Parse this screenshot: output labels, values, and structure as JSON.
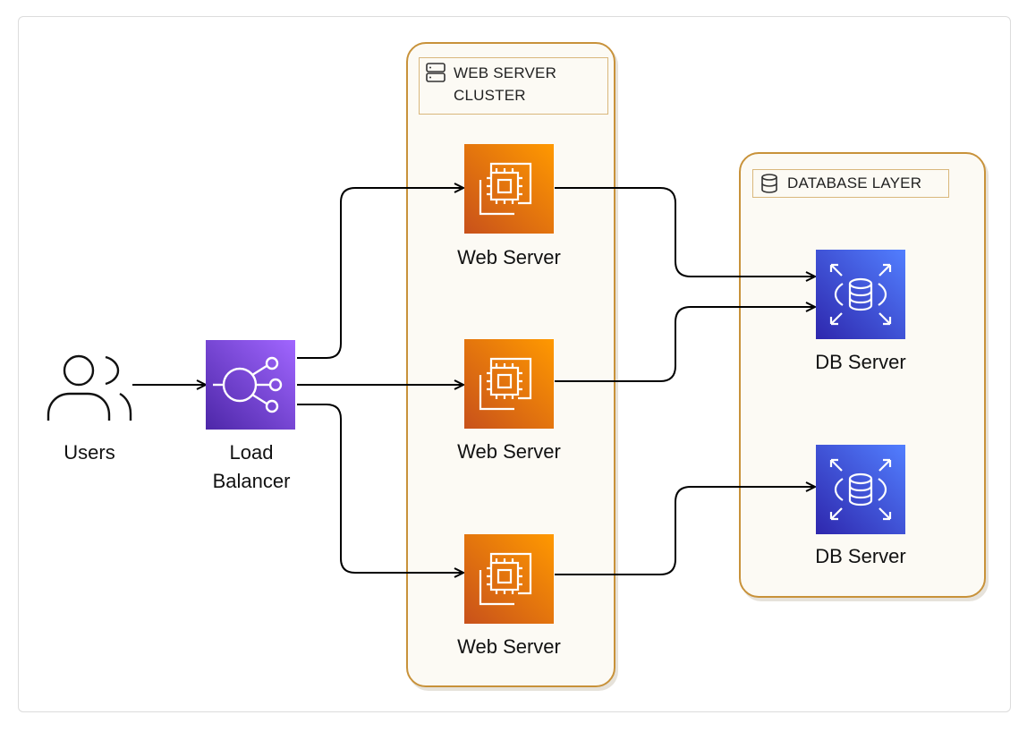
{
  "groups": {
    "web_cluster": {
      "label_line1": "WEB SERVER",
      "label_line2": "CLUSTER"
    },
    "database_layer": {
      "label": "DATABASE LAYER"
    }
  },
  "nodes": {
    "users": {
      "label": "Users",
      "icon": "users-icon"
    },
    "load_balancer": {
      "label_line1": "Load",
      "label_line2": "Balancer",
      "icon": "load-balancer-icon",
      "color": "#8a4ee0"
    },
    "web_servers": [
      {
        "label": "Web Server",
        "icon": "ec2-instance-icon"
      },
      {
        "label": "Web Server",
        "icon": "ec2-instance-icon"
      },
      {
        "label": "Web Server",
        "icon": "ec2-instance-icon"
      }
    ],
    "db_servers": [
      {
        "label": "DB Server",
        "icon": "rds-database-icon"
      },
      {
        "label": "DB Server",
        "icon": "rds-database-icon"
      }
    ]
  },
  "edges": [
    {
      "from": "Users",
      "to": "Load Balancer"
    },
    {
      "from": "Load Balancer",
      "to": "Web Server 1"
    },
    {
      "from": "Load Balancer",
      "to": "Web Server 2"
    },
    {
      "from": "Load Balancer",
      "to": "Web Server 3"
    },
    {
      "from": "Web Server 1",
      "to": "DB Server 1"
    },
    {
      "from": "Web Server 2",
      "to": "DB Server 1"
    },
    {
      "from": "Web Server 3",
      "to": "DB Server 2"
    }
  ],
  "colors": {
    "group_border": "#c8923a",
    "group_fill": "#fcfaf4",
    "compute_orange": "#e8701f",
    "database_blue": "#3348d6",
    "network_purple": "#8a4ee0"
  }
}
